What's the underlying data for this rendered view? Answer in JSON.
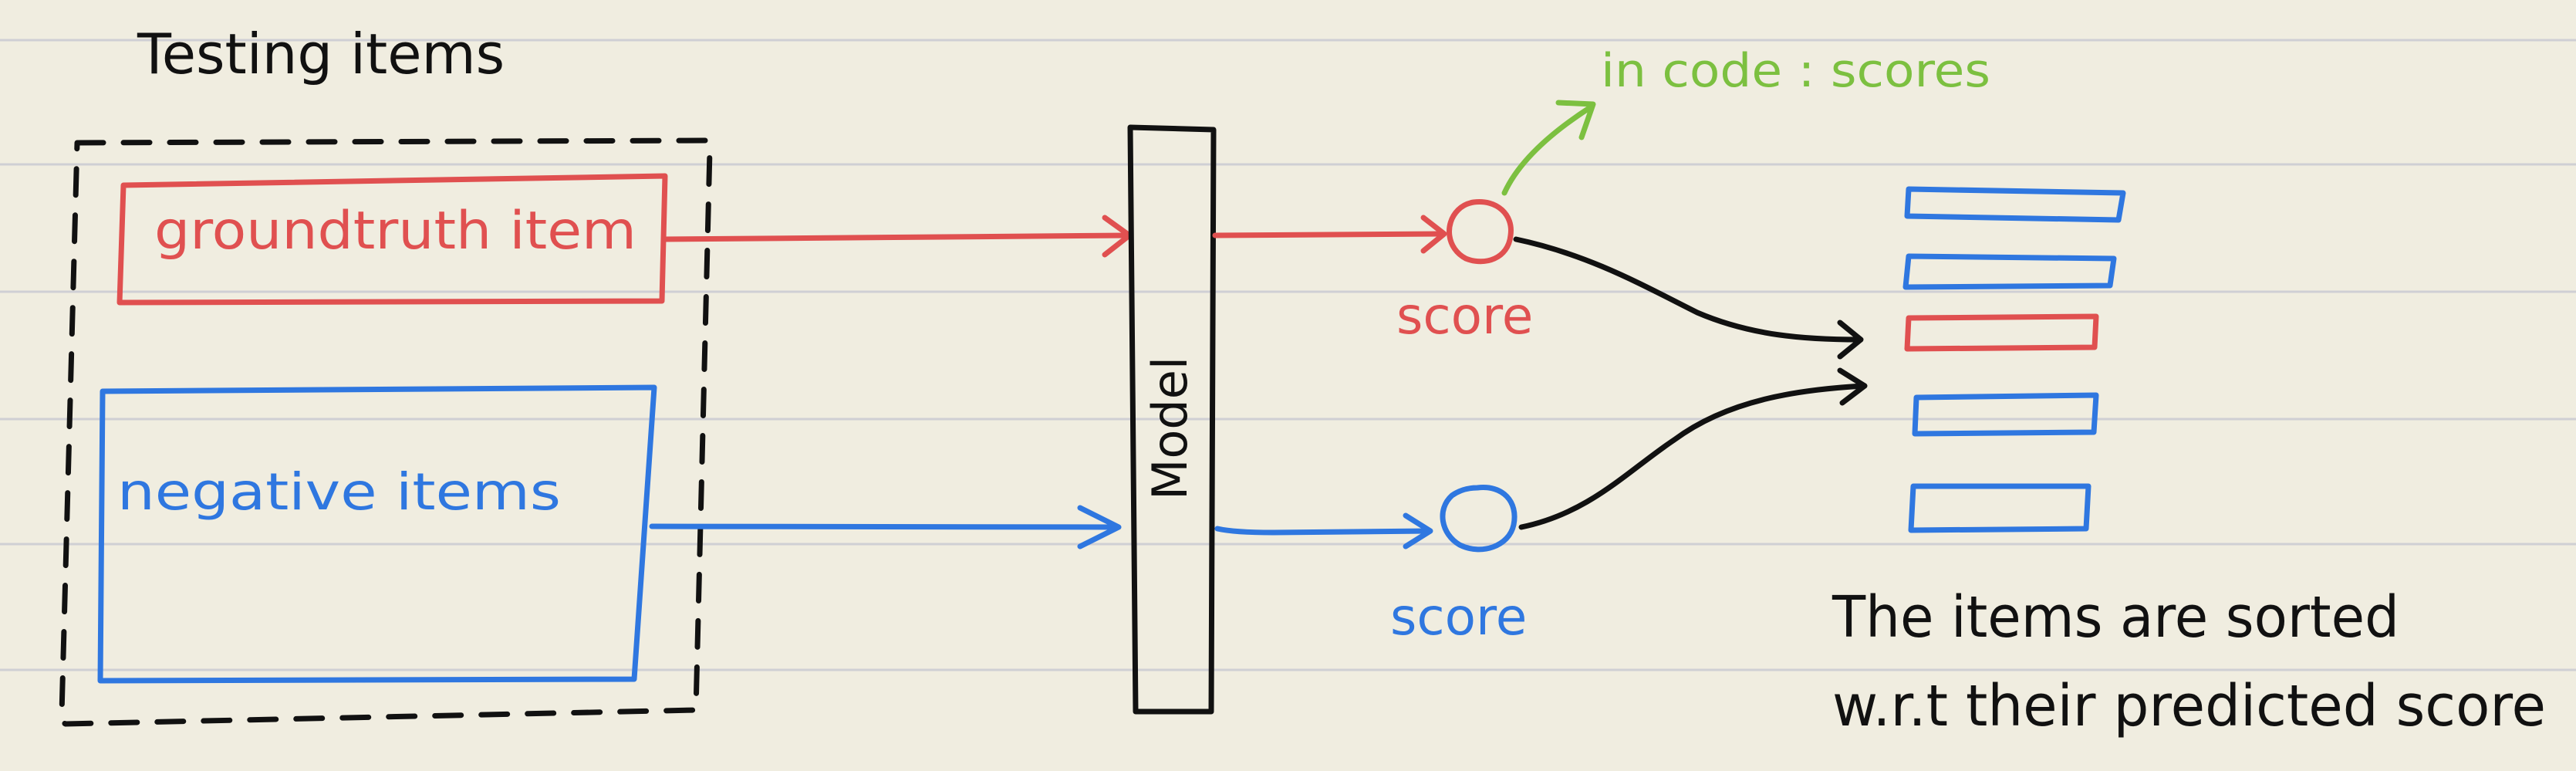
{
  "title": "Testing items",
  "groundtruth_label": "groundtruth item",
  "negative_label": "negative items",
  "model_label": "Model",
  "score_red_label": "score",
  "score_blue_label": "score",
  "code_note": "in code : scores",
  "caption_line1": "The items are sorted",
  "caption_line2": "w.r.t their predicted score",
  "colors": {
    "background": "#f0ede0",
    "ruled_line": "#cfcfd4",
    "ink_black": "#111111",
    "ink_red": "#e05050",
    "ink_blue": "#2f77e0",
    "ink_green": "#7cc040"
  },
  "ranked_list": [
    "negative",
    "negative",
    "groundtruth",
    "negative",
    "negative"
  ]
}
